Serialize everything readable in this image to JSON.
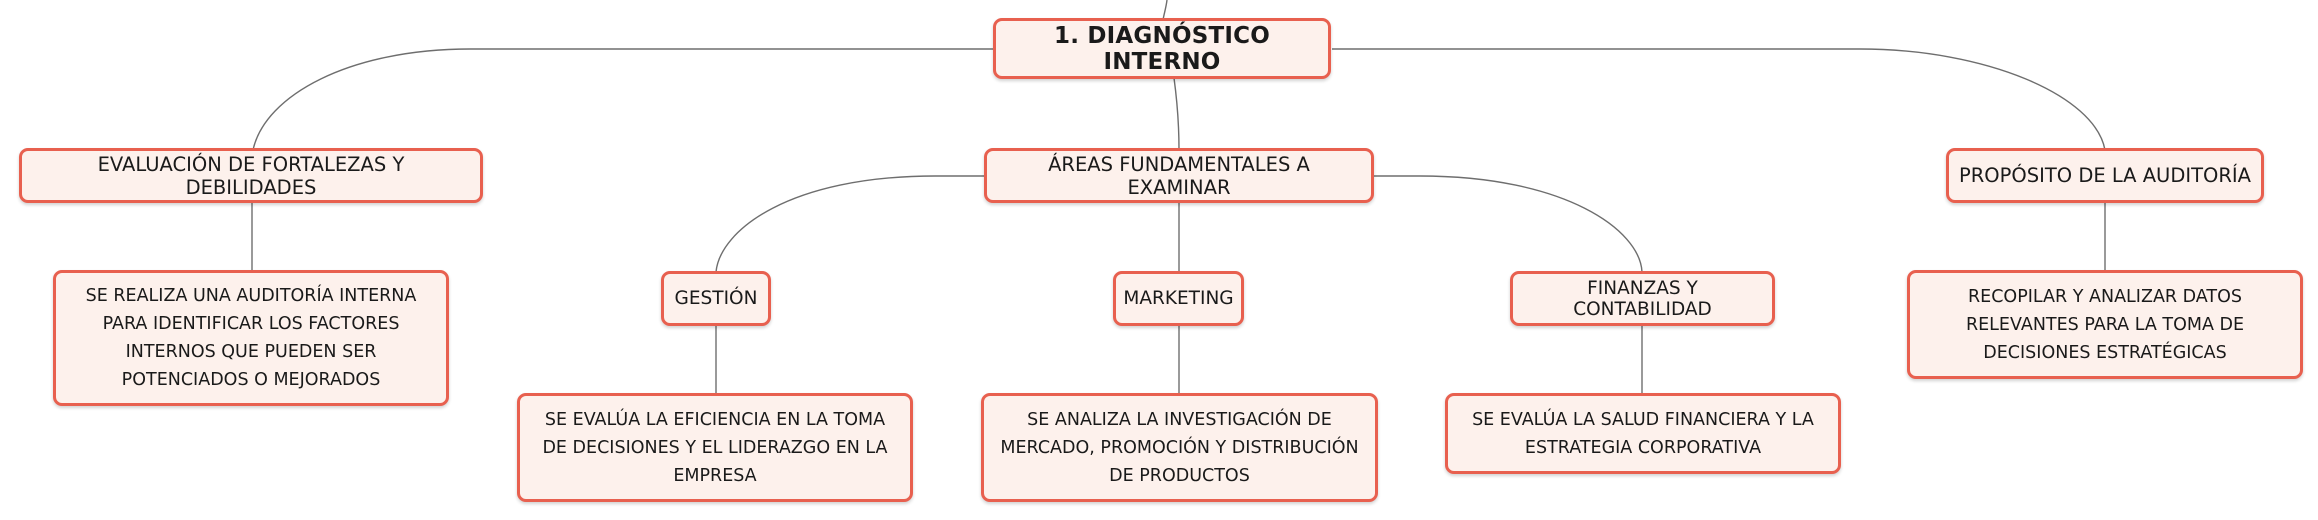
{
  "colors": {
    "node_border": "#e8604f",
    "node_fill": "#fdf1ec",
    "connector": "#6e6e6e",
    "text": "#1a1a1a"
  },
  "diagram": {
    "root": {
      "label": "1. DIAGNÓSTICO INTERNO"
    },
    "branches": [
      {
        "label": "EVALUACIÓN DE FORTALEZAS Y DEBILIDADES",
        "detail": "SE REALIZA UNA AUDITORÍA INTERNA PARA IDENTIFICAR LOS FACTORES INTERNOS QUE PUEDEN SER POTENCIADOS O MEJORADOS"
      },
      {
        "label": "ÁREAS FUNDAMENTALES A EXAMINAR",
        "children": [
          {
            "label": "GESTIÓN",
            "detail": "SE EVALÚA LA EFICIENCIA EN LA TOMA DE DECISIONES Y EL LIDERAZGO EN LA EMPRESA"
          },
          {
            "label": "MARKETING",
            "detail": "SE ANALIZA LA INVESTIGACIÓN DE MERCADO, PROMOCIÓN Y DISTRIBUCIÓN DE PRODUCTOS"
          },
          {
            "label": "FINANZAS Y CONTABILIDAD",
            "detail": "SE EVALÚA LA SALUD FINANCIERA Y LA ESTRATEGIA CORPORATIVA"
          }
        ]
      },
      {
        "label": "PROPÓSITO DE LA AUDITORÍA",
        "detail": "RECOPILAR Y ANALIZAR DATOS RELEVANTES PARA LA TOMA DE DECISIONES ESTRATÉGICAS"
      }
    ]
  }
}
